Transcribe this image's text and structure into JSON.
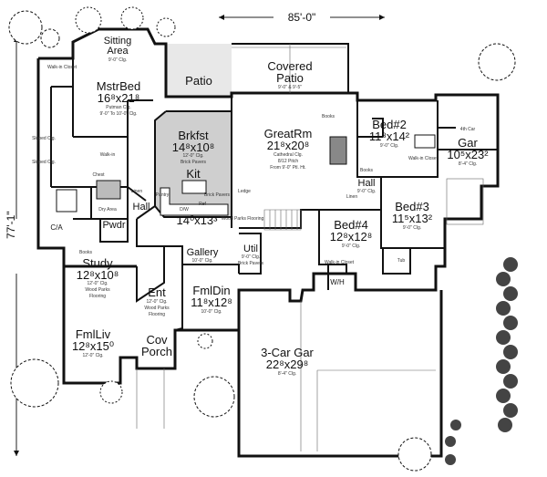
{
  "dimensions": {
    "width_label": "85'-0\"",
    "depth_label": "77'-1\""
  },
  "rooms": [
    {
      "key": "mstrbed",
      "name": "MstrBed",
      "size": "16⁸x21⁸",
      "note1": "Putman Clg.",
      "note2": "9'-0\" To 10'-0\" Clg."
    },
    {
      "key": "sitting",
      "name": "Sitting",
      "name2": "Area",
      "note1": "9'-0\" Clg."
    },
    {
      "key": "patio",
      "name": "Patio"
    },
    {
      "key": "covpatio",
      "name": "Covered",
      "name2": "Patio",
      "note1": "9'-0\" & 9'-5\""
    },
    {
      "key": "greatrm",
      "name": "GreatRm",
      "size": "21⁸x20⁸",
      "note1": "Cathedral Clg.",
      "note2": "8/12 Pitch",
      "note3": "From 9'-0\" Ptl. Ht."
    },
    {
      "key": "bed2",
      "name": "Bed#2",
      "size": "11⁸x14²",
      "note1": "9'-0\" Clg."
    },
    {
      "key": "gar",
      "name": "Gar",
      "size": "10⁵x23²",
      "note1": "4th Car",
      "note2": "8'-4\" Clg."
    },
    {
      "key": "brkfst",
      "name": "Brkfst",
      "size": "14⁸x10⁸",
      "note1": "12'-0\" Clg.",
      "note2": "Brick Pavers"
    },
    {
      "key": "kit",
      "name": "Kit",
      "size": "14⁰x13³",
      "note1": "Brick Pavers"
    },
    {
      "key": "bed3",
      "name": "Bed#3",
      "size": "11⁵x13²",
      "note1": "9'-0\" Clg."
    },
    {
      "key": "bed4",
      "name": "Bed#4",
      "size": "12⁸x12⁸",
      "note1": "9'-0\" Clg."
    },
    {
      "key": "hall1",
      "name": "Hall",
      "note1": "9'-0\" Clg."
    },
    {
      "key": "hall2",
      "name": "Hall"
    },
    {
      "key": "pwdr",
      "name": "Pwdr"
    },
    {
      "key": "study",
      "name": "Study",
      "size": "12⁸x10⁸",
      "note1": "12'-0\" Clg.",
      "note2": "Wood Parks",
      "note3": "Flooring"
    },
    {
      "key": "ent",
      "name": "Ent",
      "note1": "12'-0\" Clg.",
      "note2": "Wood Parks",
      "note3": "Flooring"
    },
    {
      "key": "gallery",
      "name": "Gallery",
      "note1": "10'-0\" Clg."
    },
    {
      "key": "fmldin",
      "name": "FmlDin",
      "size": "11⁸x12⁸",
      "note1": "10'-0\" Clg."
    },
    {
      "key": "util",
      "name": "Util",
      "note1": "9'-0\" Clg.",
      "note2": "Brick Pavers"
    },
    {
      "key": "fmlliv",
      "name": "FmlLiv",
      "size": "12⁸x15⁰",
      "note1": "12'-0\" Clg."
    },
    {
      "key": "covporch",
      "name": "Cov",
      "name2": "Porch"
    },
    {
      "key": "garage3",
      "name": "3-Car Gar",
      "size": "22⁸x29⁸",
      "note1": "8'-4\" Clg."
    }
  ],
  "fixtures": {
    "walkin1": "Walk-in Closet",
    "walkin2": "Walk-in Closet",
    "walkin3": "Walk-in",
    "walkin4": "Walk-in Closet",
    "chest": "Chest",
    "linen1": "Linen",
    "linen2": "Linen",
    "books1": "Books",
    "books2": "Books",
    "books3": "Books",
    "dryarea": "Dry Area",
    "ledge": "Ledge",
    "pantry": "Pantry",
    "woodparks": "Wood Parks Flooring",
    "sloped1": "Sloped Clg.",
    "sloped2": "Sloped Clg.",
    "tub": "Tub",
    "ref": "Ref",
    "dw": "D/W",
    "ca": "C/A",
    "wh": "W/H"
  }
}
